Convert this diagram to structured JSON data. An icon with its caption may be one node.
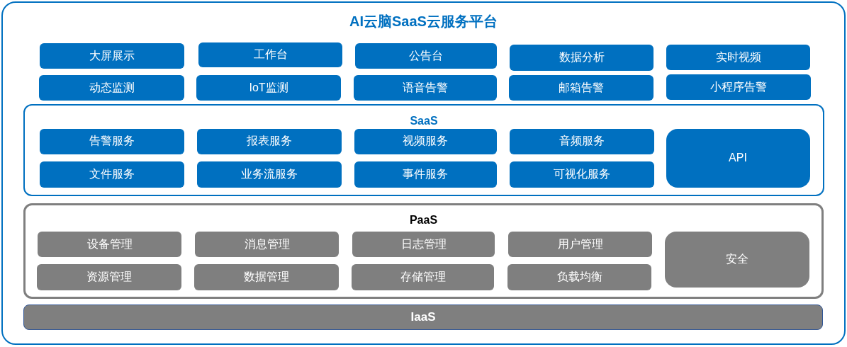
{
  "diagram": {
    "nodes": [
      {
        "text": [
          "AI云脑SaaS云服务平台"
        ]
      },
      {
        "text": [
          "大屏展示"
        ],
        "in": 0
      },
      {
        "text": [
          "工作台"
        ],
        "in": 0
      },
      {
        "text": [
          "公告台"
        ],
        "in": 0
      },
      {
        "text": [
          "数据分析"
        ],
        "in": 0
      },
      {
        "text": [
          "实时视频"
        ],
        "in": 0
      },
      {
        "text": [
          "动态监测"
        ],
        "in": 0
      },
      {
        "text": [
          "IoT监测"
        ],
        "in": 0
      },
      {
        "text": [
          "语音告警"
        ],
        "in": 0
      },
      {
        "text": [
          "邮箱告警"
        ],
        "in": 0
      },
      {
        "text": [
          "小程序告警"
        ],
        "in": 0
      },
      {
        "text": [
          "SaaS"
        ],
        "in": 0
      },
      {
        "text": [
          "告警服务"
        ],
        "in": 11
      },
      {
        "text": [
          "报表服务"
        ],
        "in": 11
      },
      {
        "text": [
          "视频服务"
        ],
        "in": 11
      },
      {
        "text": [
          "音频服务"
        ],
        "in": 11
      },
      {
        "text": [
          "API"
        ],
        "in": 11
      },
      {
        "text": [
          "文件服务"
        ],
        "in": 11
      },
      {
        "text": [
          "业务流服务"
        ],
        "in": 11
      },
      {
        "text": [
          "事件服务"
        ],
        "in": 11
      },
      {
        "text": [
          "可视化服务"
        ],
        "in": 11
      },
      {
        "text": [
          "PaaS"
        ],
        "in": 0
      },
      {
        "text": [
          "设备管理"
        ],
        "in": 21
      },
      {
        "text": [
          "消息管理"
        ],
        "in": 21
      },
      {
        "text": [
          "日志管理"
        ],
        "in": 21
      },
      {
        "text": [
          "用户管理"
        ],
        "in": 21
      },
      {
        "text": [
          "安全"
        ],
        "in": 21
      },
      {
        "text": [
          "资源管理"
        ],
        "in": 21
      },
      {
        "text": [
          "数据管理"
        ],
        "in": 21
      },
      {
        "text": [
          "存储管理"
        ],
        "in": 21
      },
      {
        "text": [
          "负载均衡"
        ],
        "in": 21
      },
      {
        "text": [
          "IaaS"
        ],
        "in": 0
      }
    ]
  }
}
